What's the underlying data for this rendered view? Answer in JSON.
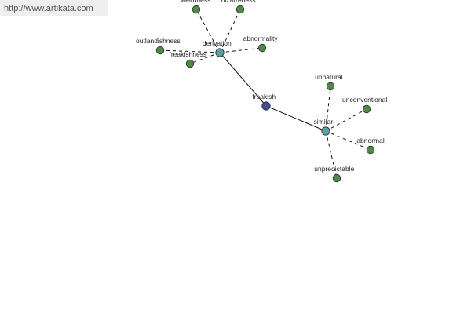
{
  "url": "http://www.artikata.com",
  "colors": {
    "center": "#3f4f92",
    "hub": "#5aa0a4",
    "leaf": "#4e8a46",
    "edge": "#111111",
    "background": "#ffffff",
    "url_bg": "#efefef"
  },
  "nodes": [
    {
      "id": "freakish",
      "label": "freakish",
      "kind": "center"
    },
    {
      "id": "derivation",
      "label": "derivation",
      "kind": "hub"
    },
    {
      "id": "similar",
      "label": "similar",
      "kind": "hub"
    },
    {
      "id": "weirdness",
      "label": "weirdness",
      "kind": "leaf"
    },
    {
      "id": "bizarreness",
      "label": "bizarreness",
      "kind": "leaf"
    },
    {
      "id": "outlandishness",
      "label": "outlandishness",
      "kind": "leaf"
    },
    {
      "id": "freakishness",
      "label": "freakishness",
      "kind": "leaf"
    },
    {
      "id": "abnormality",
      "label": "abnormality",
      "kind": "leaf"
    },
    {
      "id": "unnatural",
      "label": "unnatural",
      "kind": "leaf"
    },
    {
      "id": "unconventional",
      "label": "unconventional",
      "kind": "leaf"
    },
    {
      "id": "abnormal",
      "label": "abnormal",
      "kind": "leaf"
    },
    {
      "id": "unpredictable",
      "label": "unpredictable",
      "kind": "leaf"
    }
  ],
  "edges": [
    {
      "from": "freakish",
      "to": "derivation",
      "style": "solid"
    },
    {
      "from": "freakish",
      "to": "similar",
      "style": "solid"
    },
    {
      "from": "derivation",
      "to": "weirdness",
      "style": "dashed"
    },
    {
      "from": "derivation",
      "to": "bizarreness",
      "style": "dashed"
    },
    {
      "from": "derivation",
      "to": "outlandishness",
      "style": "dashed"
    },
    {
      "from": "derivation",
      "to": "freakishness",
      "style": "dashed"
    },
    {
      "from": "derivation",
      "to": "abnormality",
      "style": "dashed"
    },
    {
      "from": "similar",
      "to": "unnatural",
      "style": "dashed"
    },
    {
      "from": "similar",
      "to": "unconventional",
      "style": "dashed"
    },
    {
      "from": "similar",
      "to": "abnormal",
      "style": "dashed"
    },
    {
      "from": "similar",
      "to": "unpredictable",
      "style": "dashed"
    }
  ]
}
